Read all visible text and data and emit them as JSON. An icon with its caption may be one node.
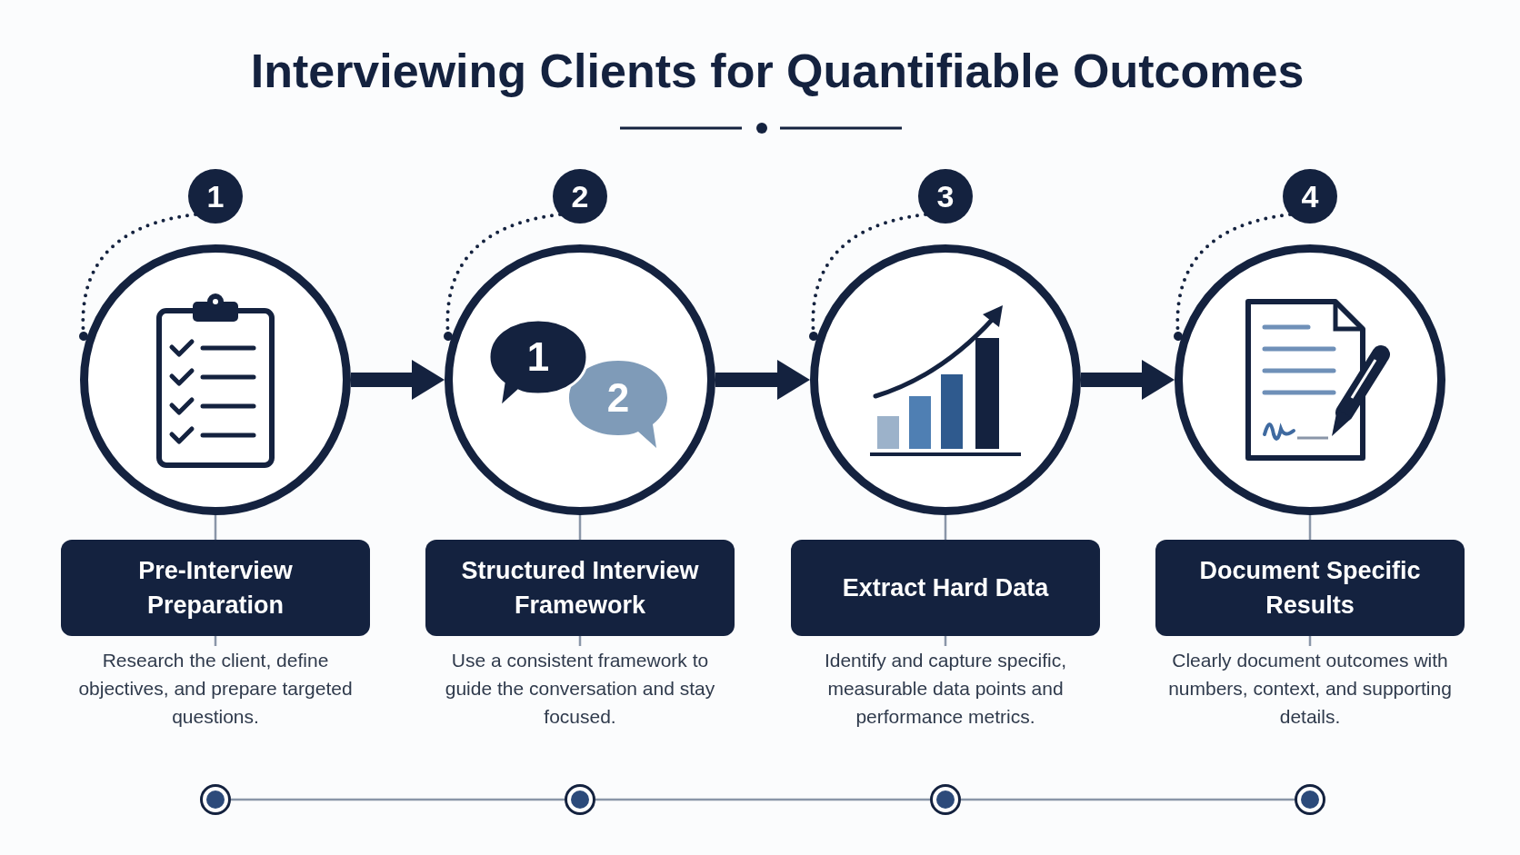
{
  "diagram": {
    "title": "Interviewing Clients for Quantifiable Outcomes",
    "nodes": [
      {
        "text": [
          "1"
        ]
      },
      {
        "text": [],
        "shape": "circle"
      },
      {
        "text": [
          "Pre-Interview Preparation"
        ]
      },
      {
        "text": [
          "Research the client, define objectives, and prepare targeted questions."
        ]
      },
      {
        "text": [
          "2"
        ]
      },
      {
        "text": [],
        "shape": "circle"
      },
      {
        "text": [
          "1"
        ],
        "in": 5
      },
      {
        "text": [
          "2"
        ],
        "in": 5
      },
      {
        "text": [
          "Structured Interview Framework"
        ]
      },
      {
        "text": [
          "Use a consistent framework to guide the conversation and stay focused."
        ]
      },
      {
        "text": [
          "3"
        ]
      },
      {
        "text": [],
        "shape": "circle"
      },
      {
        "text": [
          "Extract Hard Data"
        ]
      },
      {
        "text": [
          "Identify and capture specific, measurable data points and performance metrics."
        ]
      },
      {
        "text": [
          "4"
        ]
      },
      {
        "text": [],
        "shape": "circle"
      },
      {
        "text": [
          "Document Specific Results"
        ]
      },
      {
        "text": [
          "Clearly document outcomes with numbers, context, and supporting details."
        ]
      },
      {
        "text": [],
        "shape": "circle"
      },
      {
        "text": [],
        "shape": "circle"
      },
      {
        "text": [],
        "shape": "circle"
      },
      {
        "text": [],
        "shape": "circle"
      }
    ],
    "edges": [
      {
        "from": 1,
        "to": 5,
        "arrow": "to",
        "style": "thick",
        "color": "#14223f"
      },
      {
        "from": 5,
        "to": 11,
        "arrow": "to",
        "style": "thick",
        "color": "#14223f"
      },
      {
        "from": 11,
        "to": 15,
        "arrow": "to",
        "style": "thick",
        "color": "#14223f"
      },
      {
        "from": 1,
        "to": 2,
        "arrow": "none"
      },
      {
        "from": 5,
        "to": 8,
        "arrow": "none"
      },
      {
        "from": 11,
        "to": 12,
        "arrow": "none"
      },
      {
        "from": 15,
        "to": 16,
        "arrow": "none"
      },
      {
        "from": 2,
        "to": 3,
        "arrow": "none"
      },
      {
        "from": 8,
        "to": 9,
        "arrow": "none"
      },
      {
        "from": 12,
        "to": 13,
        "arrow": "none"
      },
      {
        "from": 16,
        "to": 17,
        "arrow": "none"
      },
      {
        "from": 18,
        "to": 19,
        "arrow": "none"
      },
      {
        "from": 19,
        "to": 20,
        "arrow": "none"
      },
      {
        "from": 20,
        "to": 21,
        "arrow": "none"
      },
      {
        "from": 0,
        "to": 1,
        "arrow": "other",
        "style": "dashed",
        "color": "#14223f"
      },
      {
        "from": 4,
        "to": 5,
        "arrow": "other",
        "style": "dashed",
        "color": "#14223f"
      },
      {
        "from": 10,
        "to": 11,
        "arrow": "other",
        "style": "dashed",
        "color": "#14223f"
      },
      {
        "from": 14,
        "to": 15,
        "arrow": "other",
        "style": "dashed",
        "color": "#14223f"
      }
    ]
  }
}
